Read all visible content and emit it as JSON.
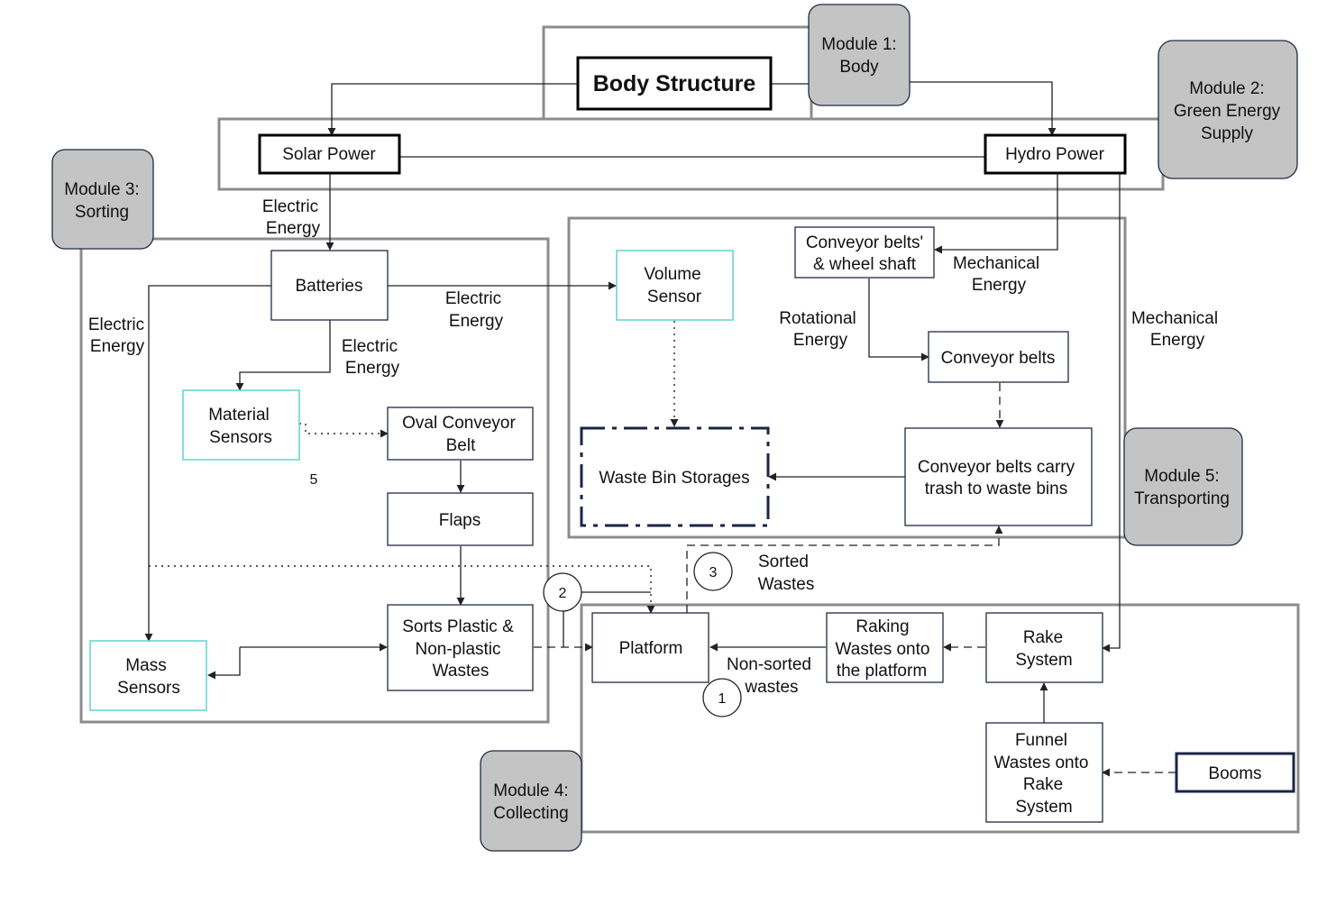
{
  "title": "Body Structure",
  "modules": {
    "m1": [
      "Module 1:",
      "Body"
    ],
    "m2": [
      "Module 2:",
      "Green Energy",
      "Supply"
    ],
    "m3": [
      "Module 3:",
      "Sorting"
    ],
    "m4": [
      "Module 4:",
      "Collecting"
    ],
    "m5": [
      "Module 5:",
      "Transporting"
    ]
  },
  "nodes": {
    "solar": [
      "Solar Power"
    ],
    "hydro": [
      "Hydro Power"
    ],
    "batteries": [
      "Batteries"
    ],
    "volume_sensor": [
      "Volume",
      "Sensor"
    ],
    "belts_shaft": [
      "Conveyor belts'",
      "& wheel shaft"
    ],
    "conveyor_belts": [
      "Conveyor belts"
    ],
    "carry_trash": [
      "Conveyor belts carry",
      "trash to waste bins"
    ],
    "waste_bin": [
      "Waste Bin Storages"
    ],
    "material_sensors": [
      "Material",
      "Sensors"
    ],
    "oval_belt": [
      "Oval Conveyor",
      "Belt"
    ],
    "flaps": [
      "Flaps"
    ],
    "sorts": [
      "Sorts Plastic &",
      "Non-plastic",
      "Wastes"
    ],
    "mass_sensors": [
      "Mass",
      "Sensors"
    ],
    "platform": [
      "Platform"
    ],
    "raking": [
      "Raking",
      "Wastes onto",
      "the platform"
    ],
    "rake_system": [
      "Rake",
      "System"
    ],
    "funnel": [
      "Funnel",
      "Wastes onto",
      "Rake",
      "System"
    ],
    "booms": [
      "Booms"
    ]
  },
  "labels": {
    "electric_solar": [
      "Electric",
      "Energy"
    ],
    "electric_left": [
      "Electric",
      "Energy"
    ],
    "electric_batt_volume": [
      "Electric",
      "Energy"
    ],
    "electric_batt_material": [
      "Electric",
      "Energy"
    ],
    "mech_belts": [
      "Mechanical",
      "Energy"
    ],
    "mech_rake": [
      "Mechanical",
      "Energy"
    ],
    "rotational": [
      "Rotational",
      "Energy"
    ],
    "sorted_wastes": [
      "Sorted",
      "Wastes"
    ],
    "non_sorted": [
      "Non-sorted",
      "wastes"
    ],
    "stray_number": [
      "5"
    ]
  },
  "markers": [
    "1",
    "2",
    "3"
  ],
  "colors": {
    "module_fill": "#c4c4c4",
    "group_border": "#8c8c8c",
    "sensor_border": "#5fd3cf",
    "navy": "#1b2447"
  }
}
